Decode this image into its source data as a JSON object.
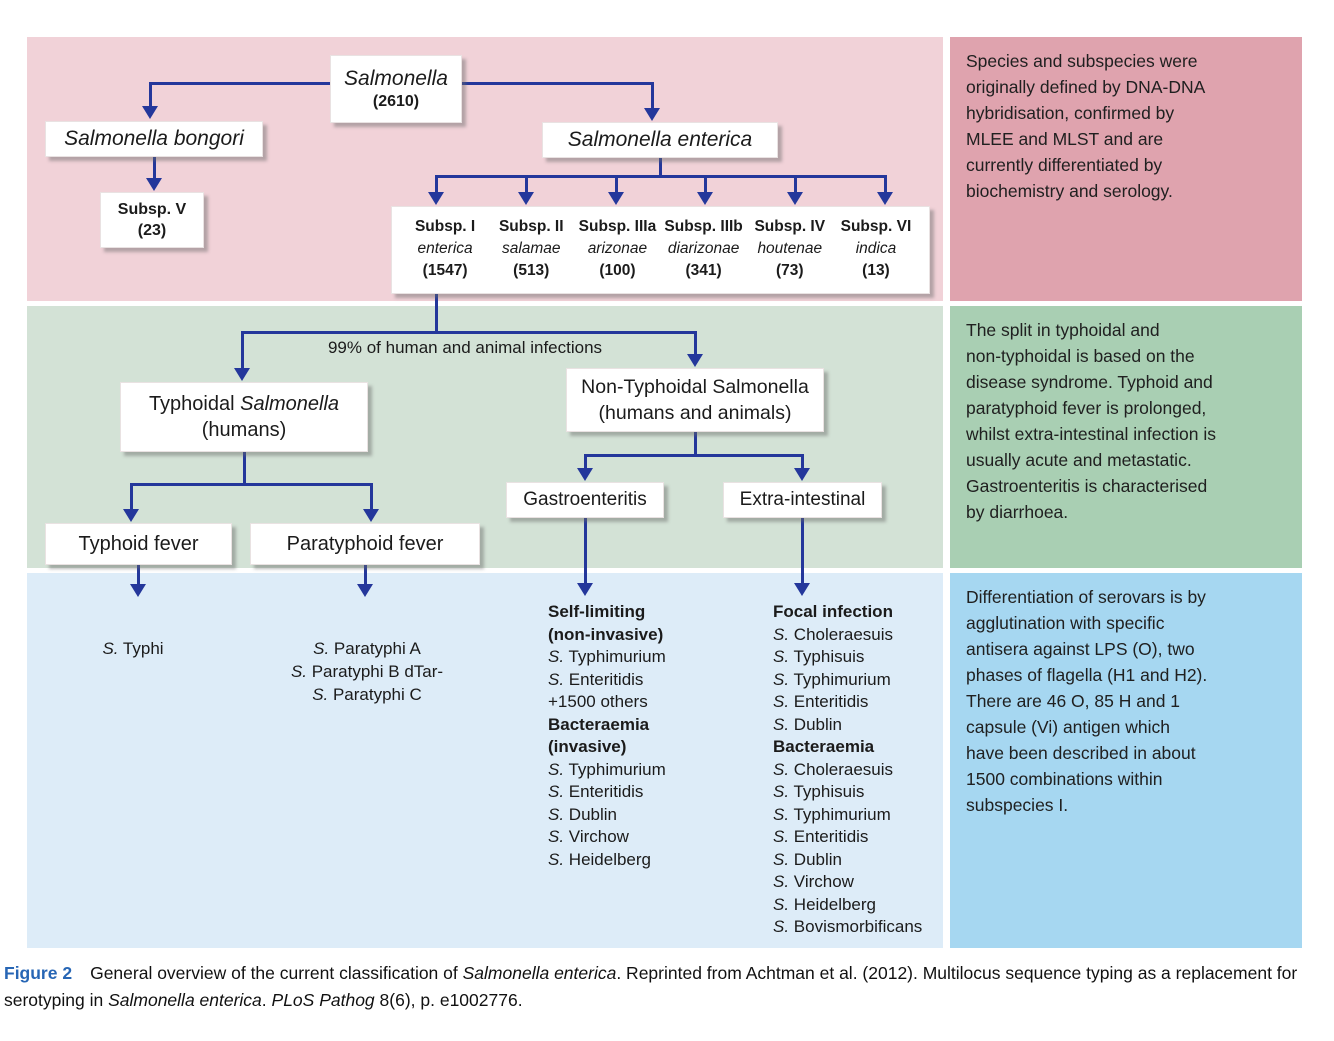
{
  "palette": {
    "band_pink": "#f1d2d8",
    "panel_pink": "#dfa3ae",
    "band_green": "#d3e2d6",
    "panel_green": "#a9cfb3",
    "band_blue": "#ddecf8",
    "panel_blue": "#a6d7f1",
    "line_blue": "#24379b",
    "caption_label_blue": "#2766b5"
  },
  "tree": {
    "root": {
      "line1": "*Salmonella*",
      "line2": "(2610)"
    },
    "bongori": "*Salmonella bongori*",
    "subsp_v": {
      "line1": "Subsp. V",
      "line2": "(23)"
    },
    "enterica": "*Salmonella enterica*",
    "subspecies": [
      {
        "label": "Subsp. I",
        "name": "enterica",
        "count": "(1547)"
      },
      {
        "label": "Subsp. II",
        "name": "salamae",
        "count": "(513)"
      },
      {
        "label": "Subsp. IIIa",
        "name": "arizonae",
        "count": "(100)"
      },
      {
        "label": "Subsp. IIIb",
        "name": "diarizonae",
        "count": "(341)"
      },
      {
        "label": "Subsp. IV",
        "name": "houtenae",
        "count": "(73)"
      },
      {
        "label": "Subsp. VI",
        "name": "indica",
        "count": "(13)"
      }
    ],
    "infections_note": "99% of human and animal infections",
    "typhoidal": {
      "line1": "Typhoidal *Salmonella*",
      "line2": "(humans)"
    },
    "nontyphoidal": {
      "line1": "Non-Typhoidal Salmonella",
      "line2": "(humans and animals)"
    },
    "typhoid_fever": "Typhoid fever",
    "paratyphoid_fever": "Paratyphoid fever",
    "gastroenteritis": "Gastroenteritis",
    "extra_intestinal": "Extra-intestinal",
    "serovars": {
      "typhi": [
        "*S.* Typhi"
      ],
      "paratyphi": [
        "*S.* Paratyphi A",
        "*S.* Paratyphi B dTar-",
        "*S.* Paratyphi C"
      ],
      "gastro": [
        "**Self-limiting**",
        "**(non-invasive)**",
        "*S.* Typhimurium",
        "*S.* Enteritidis",
        "+1500 others",
        "**Bacteraemia**",
        "**(invasive)**",
        "*S.* Typhimurium",
        "*S.* Enteritidis",
        "*S.* Dublin",
        "*S.* Virchow",
        "*S.* Heidelberg"
      ],
      "extra": [
        "**Focal infection**",
        "*S.* Choleraesuis",
        "*S.* Typhisuis",
        "*S.* Typhimurium",
        "*S.* Enteritidis",
        "*S.* Dublin",
        "**Bacteraemia**",
        "*S.* Choleraesuis",
        "*S.* Typhisuis",
        "*S.* Typhimurium",
        "*S.* Enteritidis",
        "*S.* Dublin",
        "*S.* Virchow",
        "*S.* Heidelberg",
        "*S.* Bovismorbificans"
      ]
    }
  },
  "notes": {
    "pink": "Species and subspecies were\noriginally defined by DNA-DNA\nhybridisation, confirmed by\nMLEE and MLST and are\ncurrently differentiated by\nbiochemistry and serology.",
    "green": "The split in typhoidal and\nnon-typhoidal is based on the\ndisease syndrome. Typhoid and\nparatyphoid fever is prolonged,\nwhilst extra-intestinal infection is\nusually acute and metastatic.\nGastroenteritis is characterised\nby diarrhoea.",
    "blue": "Differentiation of serovars is by\nagglutination with specific\nantisera against LPS (O), two\nphases of flagella (H1 and H2).\nThere are 46 O, 85 H and 1\ncapsule (Vi) antigen which\nhave been described in about\n1500 combinations within\nsubspecies I."
  },
  "caption": {
    "label": "Figure 2",
    "text": "General overview of the current classification of *Salmonella enterica*. Reprinted from Achtman et al. (2012). Multilocus sequence typing as a replacement for serotyping in *Salmonella enterica*. *PLoS Pathog* 8(6), p. e1002776."
  }
}
